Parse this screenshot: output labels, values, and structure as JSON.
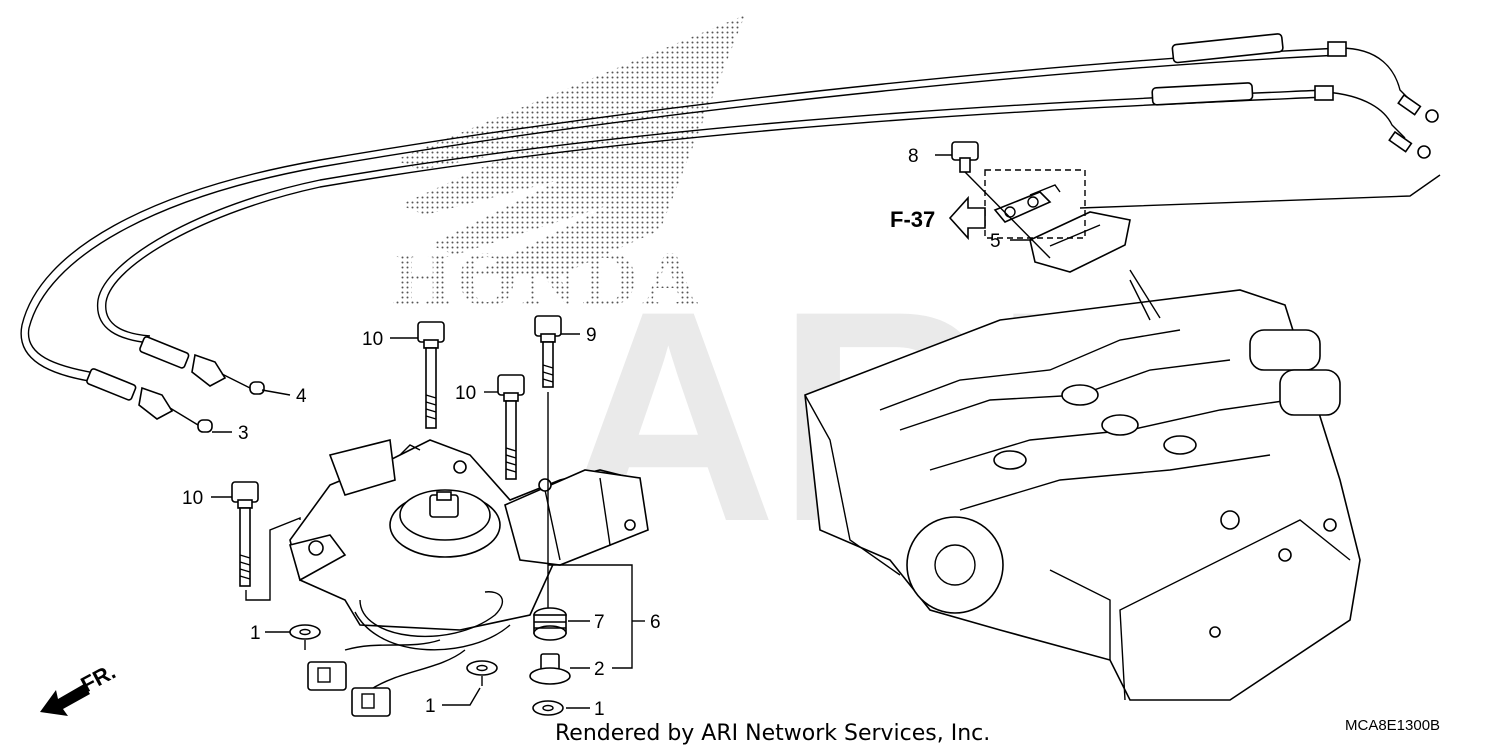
{
  "watermark": {
    "brand": "HONDA",
    "network": "ARI"
  },
  "callouts": [
    {
      "id": "c1a",
      "label": "1"
    },
    {
      "id": "c1b",
      "label": "1"
    },
    {
      "id": "c1c",
      "label": "1"
    },
    {
      "id": "c2",
      "label": "2"
    },
    {
      "id": "c3",
      "label": "3"
    },
    {
      "id": "c4",
      "label": "4"
    },
    {
      "id": "c5",
      "label": "5"
    },
    {
      "id": "c6",
      "label": "6"
    },
    {
      "id": "c7",
      "label": "7"
    },
    {
      "id": "c8",
      "label": "8"
    },
    {
      "id": "c9",
      "label": "9"
    },
    {
      "id": "c10a",
      "label": "10"
    },
    {
      "id": "c10b",
      "label": "10"
    },
    {
      "id": "c10c",
      "label": "10"
    }
  ],
  "reference": {
    "label": "F-37"
  },
  "direction": {
    "label": "FR."
  },
  "footer": {
    "credit": "Rendered by ARI Network Services, Inc.",
    "diagram_code": "MCA8E1300B"
  }
}
